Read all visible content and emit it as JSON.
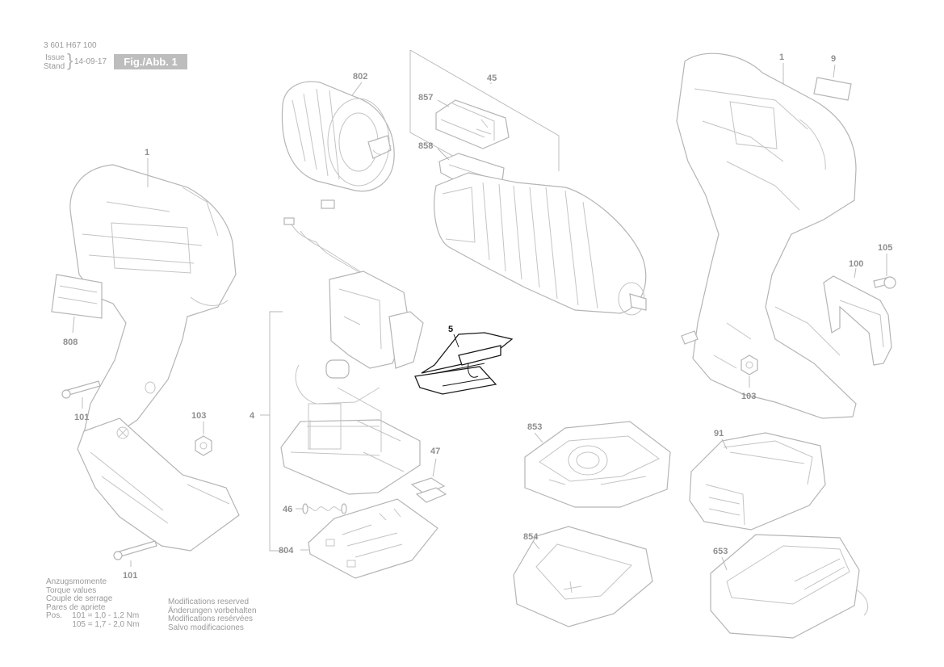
{
  "header": {
    "part_number": "3 601 H67 100",
    "issue_label": "Issue",
    "stand_label": "Stand",
    "issue_date": "14-09-17",
    "figure_label": "Fig./Abb. 1"
  },
  "torque_notes": {
    "lines": [
      "Anzugsmomente",
      "Torque values",
      "Couple de serrage",
      "Pares de apriete"
    ],
    "pos_label": "Pos.",
    "rows": [
      {
        "pos": "101",
        "value": "1,0 - 1,2 Nm"
      },
      {
        "pos": "105",
        "value": "1,7 - 2,0 Nm"
      }
    ]
  },
  "modification_notes": [
    "Modifications reserved",
    "Änderungen vorbehalten",
    "Modifications resérvées",
    "Salvo modificaciones"
  ],
  "callouts": {
    "c1_left": "1",
    "c808": "808",
    "c101_a": "101",
    "c103_a": "103",
    "c101_b": "101",
    "c802": "802",
    "c45": "45",
    "c857": "857",
    "c858": "858",
    "c4": "4",
    "c5": "5",
    "c47": "47",
    "c46": "46",
    "c804": "804",
    "c1_right": "1",
    "c9": "9",
    "c105": "105",
    "c100": "100",
    "c103_b": "103",
    "c853": "853",
    "c91": "91",
    "c854": "854",
    "c653": "653"
  },
  "colors": {
    "line_gray": "#b5b5b5",
    "label_gray": "#8f8f8f",
    "highlight": "#111111",
    "figure_box": "#bdbdbd"
  }
}
